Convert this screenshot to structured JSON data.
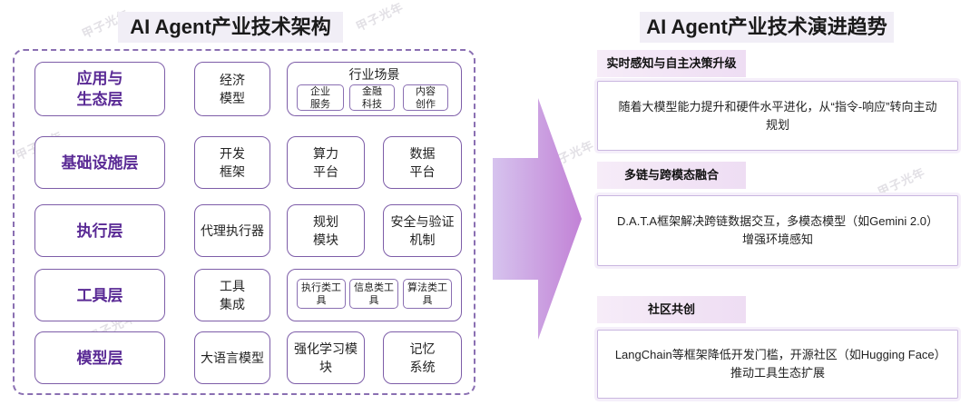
{
  "left_title": "AI Agent产业技术架构",
  "right_title": "AI Agent产业技术演进趋势",
  "layers": {
    "app": "应用与\n生态层",
    "infra": "基础设施层",
    "exec": "执行层",
    "tool": "工具层",
    "model": "模型层"
  },
  "row1": {
    "economic_model": "经济\n模型",
    "industry_scenarios": "行业场景",
    "enterprise_service": "企业\n服务",
    "fintech": "金融\n科技",
    "content_creation": "内容\n创作"
  },
  "row2": {
    "dev_framework": "开发\n框架",
    "compute_platform": "算力\n平台",
    "data_platform": "数据\n平台"
  },
  "row3": {
    "agent_executor": "代理执行器",
    "planning_module": "规划\n模块",
    "security_verification": "安全与验证\n机制"
  },
  "row4": {
    "tool_integration": "工具\n集成",
    "exec_tools": "执行类工\n具",
    "info_tools": "信息类工\n具",
    "algo_tools": "算法类工\n具"
  },
  "row5": {
    "llm": "大语言模型",
    "rl_module": "强化学习模\n块",
    "memory_system": "记忆\n系统"
  },
  "trends": [
    {
      "label": "实时感知与自主决策升级",
      "text": "随着大模型能力提升和硬件水平进化，从“指令-响应”转向主动规划"
    },
    {
      "label": "多链与跨模态融合",
      "text": "D.A.T.A框架解决跨链数据交互，多模态模型（如Gemini 2.0）增强环境感知"
    },
    {
      "label": "社区共创",
      "text": "LangChain等框架降低开发门槛，开源社区（如Hugging Face）推动工具生态扩展"
    }
  ],
  "watermark": "甲子光年",
  "colors": {
    "accent": "#5a2a95",
    "border": "#7d5da8",
    "arrow": "#c48fd8"
  }
}
